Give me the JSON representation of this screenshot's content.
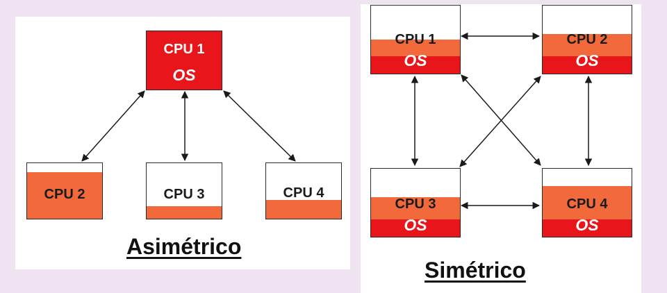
{
  "asymmetric": {
    "title": "Asimétrico",
    "cpus": [
      {
        "label": "CPU 1",
        "os": "OS"
      },
      {
        "label": "CPU 2"
      },
      {
        "label": "CPU 3"
      },
      {
        "label": "CPU 4"
      }
    ]
  },
  "symmetric": {
    "title": "Simétrico",
    "cpus": [
      {
        "label": "CPU 1",
        "os": "OS"
      },
      {
        "label": "CPU 2",
        "os": "OS"
      },
      {
        "label": "CPU 3",
        "os": "OS"
      },
      {
        "label": "CPU 4",
        "os": "OS"
      }
    ]
  },
  "colors": {
    "os_red": "#e8151a",
    "load_orange": "#f26a3c",
    "panel_bg": "#ffffff",
    "page_bg": "#efe3f1"
  }
}
